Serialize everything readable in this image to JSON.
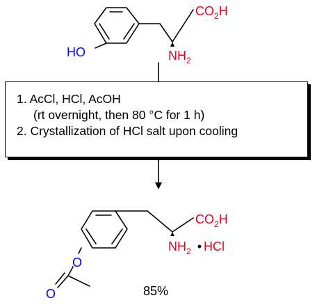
{
  "starting_material": {
    "hydroxyl": "HO",
    "acid_left": "CO",
    "acid_sub": "2",
    "acid_right": "H",
    "amine_left": "NH",
    "amine_sub": "2"
  },
  "conditions": {
    "step1": "1. AcCl, HCl, AcOH",
    "step1_detail": "(rt overnight, then 80 °C for 1 h)",
    "step2": "2. Crystallization of HCl salt upon cooling"
  },
  "product": {
    "acid_left": "CO",
    "acid_sub": "2",
    "acid_right": "H",
    "amine_left": "NH",
    "amine_sub": "2",
    "salt": "HCl",
    "ester_oxygen": "O",
    "carbonyl_oxygen": "O",
    "yield": "85%"
  },
  "colors": {
    "acid_amine": "#e8001c",
    "oxygen_blue": "#0000ff",
    "bond": "#000000"
  }
}
